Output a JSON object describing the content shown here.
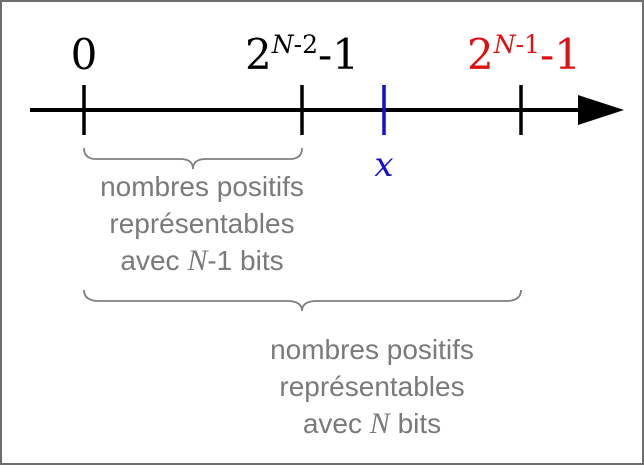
{
  "colors": {
    "axis": "#000000",
    "caption": "#7a7a7a",
    "highlight_red": "#e01010",
    "highlight_blue": "#1010d0"
  },
  "ticks": {
    "zero": "0",
    "mid_base": "2",
    "mid_exp_var": "N",
    "mid_exp_rest": "-2",
    "mid_suffix": "-1",
    "max_base": "2",
    "max_exp_var": "N",
    "max_exp_rest": "-1",
    "max_suffix": "-1",
    "x": "x"
  },
  "captions": {
    "small": {
      "line1": "nombres positifs",
      "line2": "représentables",
      "line3_prefix": "avec ",
      "line3_var": "N",
      "line3_suffix": "-1 bits"
    },
    "large": {
      "line1": "nombres positifs",
      "line2": "représentables",
      "line3_prefix": "avec ",
      "line3_var": "N",
      "line3_suffix": " bits"
    }
  }
}
